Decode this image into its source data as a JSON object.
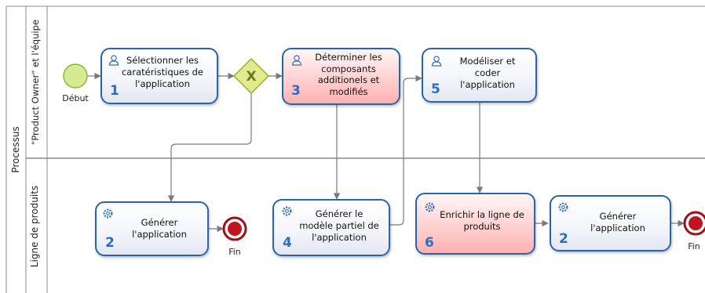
{
  "pool": {
    "label": "Processus"
  },
  "lanes": [
    {
      "label": "\"Product Owner\" et l'équipe"
    },
    {
      "label": "Ligne de produits"
    }
  ],
  "events": {
    "start": {
      "label": "Début"
    },
    "end1": {
      "label": "Fin"
    },
    "end2": {
      "label": "Fin"
    }
  },
  "gateway": {
    "symbol": "X"
  },
  "tasks": [
    {
      "number": "1",
      "lines": [
        "Sélectionner les",
        "caratéristiques de",
        "l'application"
      ],
      "icon": "user-icon"
    },
    {
      "number": "3",
      "lines": [
        "Déterminer  les",
        "composants",
        "additionels et",
        "modifiés"
      ],
      "icon": "user-icon"
    },
    {
      "number": "5",
      "lines": [
        "Modéliser et",
        "coder",
        "l'application"
      ],
      "icon": "user-icon"
    },
    {
      "number": "2",
      "lines": [
        "Générer",
        "l'application"
      ],
      "icon": "gear-icon"
    },
    {
      "number": "4",
      "lines": [
        "Générer le",
        "modèle partiel de",
        "l'application"
      ],
      "icon": "gear-icon"
    },
    {
      "number": "6",
      "lines": [
        "Enrichir la ligne de",
        "produits"
      ],
      "icon": "gear-icon"
    },
    {
      "number": "2",
      "lines": [
        "Générer",
        "l'application"
      ],
      "icon": "gear-icon"
    }
  ],
  "colors": {
    "task_border": "#2a64a8",
    "task_fill": "#eef1f8",
    "highlight_fill": "#ffc4c4",
    "number": "#2a6fc4",
    "start_event": "#c9e37a",
    "end_event": "#b0141c",
    "gateway": "#dce98a",
    "flow": "#8c8c8c"
  }
}
